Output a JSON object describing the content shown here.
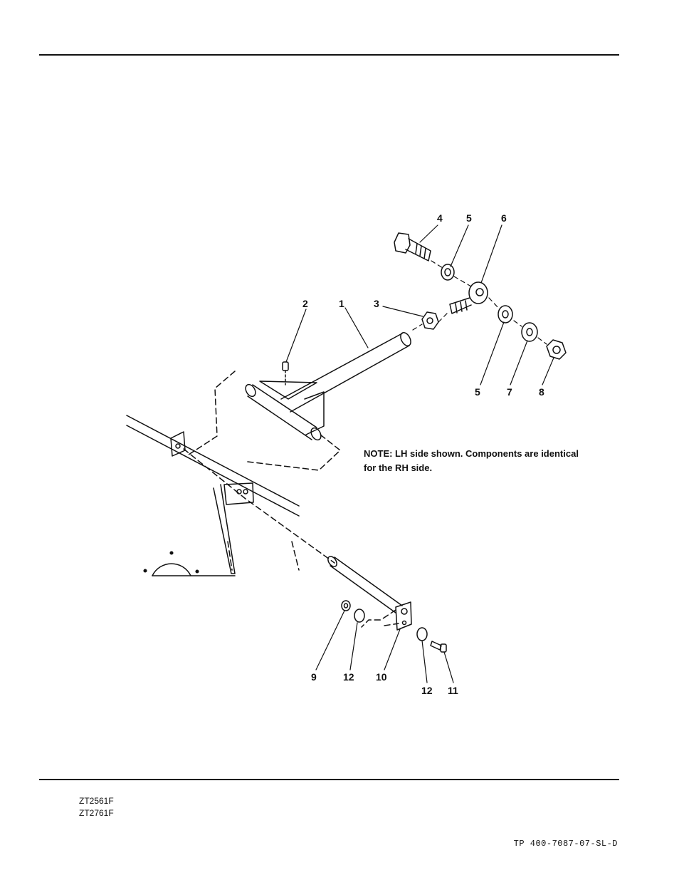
{
  "callouts": {
    "c1": "1",
    "c2": "2",
    "c3": "3",
    "c4": "4",
    "c5a": "5",
    "c6": "6",
    "c5b": "5",
    "c7": "7",
    "c8": "8",
    "c9": "9",
    "c12a": "12",
    "c10": "10",
    "c12b": "12",
    "c11": "11"
  },
  "note": {
    "line1": "NOTE: LH side shown.  Components are identical",
    "line2": "for the RH side."
  },
  "models": [
    "ZT2561F",
    "ZT2761F"
  ],
  "doc_number": "TP 400-7087-07-SL-D"
}
